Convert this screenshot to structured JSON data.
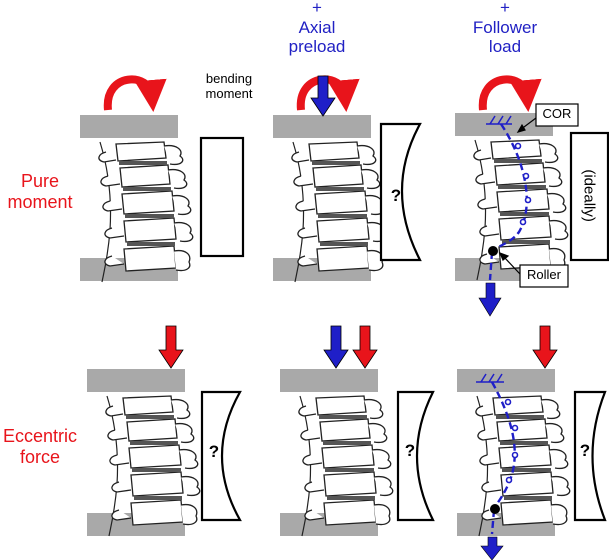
{
  "columns": {
    "axial": "+\nAxial\npreload",
    "follower": "+\nFollower\nload"
  },
  "rows": {
    "pure": "Pure\nmoment",
    "eccentric": "Eccentric\nforce"
  },
  "annotations": {
    "bending_moment": "bending\nmoment",
    "cor": "COR",
    "roller": "Roller",
    "ideally": "(ideally)",
    "question": "?"
  },
  "colors": {
    "red": "#e8141b",
    "blue": "#1f1fc8",
    "plate": "#a9a9a9"
  }
}
